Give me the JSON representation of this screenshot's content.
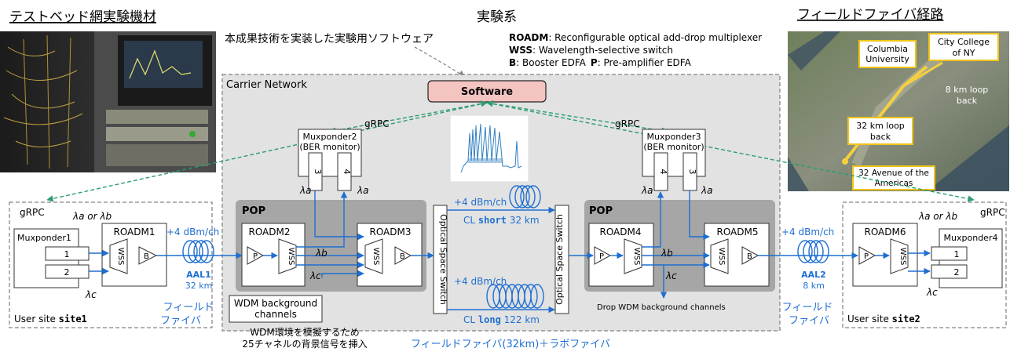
{
  "titles": {
    "testbed": "テストベッド網実験機材",
    "experiment": "実験系",
    "fiber_route": "フィールドファイバ経路"
  },
  "software_note": "本成果技術を実装した実験用ソフトウェア",
  "legend": {
    "roadm_key": "ROADM",
    "roadm_desc": ": Reconfigurable optical add-drop multiplexer",
    "wss_key": "WSS",
    "wss_desc": ": Wavelength-selective switch",
    "b_key": "B",
    "b_desc": ": Booster EDFA",
    "p_key": "P",
    "p_desc": ": Pre-amplifier EDFA"
  },
  "carrier_network": "Carrier Network",
  "software": "Software",
  "grpc": "gRPC",
  "muxponder2": {
    "line1": "Muxponder2",
    "line2": "(BER monitor)",
    "port_a": "3",
    "port_b": "4"
  },
  "muxponder3": {
    "line1": "Muxponder3",
    "line2": "(BER monitor)",
    "port_a": "4",
    "port_b": "3"
  },
  "lambda_a": "λa",
  "lambda_b": "λb",
  "lambda_c": "λc",
  "lambda_a_or_b": "λa or λb",
  "pop": "POP",
  "roadm": {
    "r1": "ROADM1",
    "r2": "ROADM2",
    "r3": "ROADM3",
    "r4": "ROADM4",
    "r5": "ROADM5",
    "r6": "ROADM6"
  },
  "wss": "WSS",
  "amp_b": "B",
  "amp_p": "P",
  "muxponder1": {
    "name": "Muxponder1",
    "port1": "1",
    "port2": "2"
  },
  "muxponder4": {
    "name": "Muxponder4",
    "port1": "1",
    "port2": "2"
  },
  "power": "+4 dBm/ch",
  "aal1": {
    "name": "AAL1",
    "len": "32 km"
  },
  "aal2": {
    "name": "AAL2",
    "len": "8 km"
  },
  "cl_short": {
    "prefix": "CL ",
    "word": "short",
    "len": " 32 km"
  },
  "cl_long": {
    "prefix": "CL ",
    "word": "long",
    "len": " 122 km"
  },
  "oss": "Optical Space Switch",
  "wdm_bg": {
    "line1": "WDM background",
    "line2": "channels"
  },
  "wdm_note": {
    "line1": "WDM環境を模擬するため",
    "line2": "25チャネルの背景信号を挿入"
  },
  "drop_wdm": "Drop WDM background channels",
  "field_fiber": {
    "line1": "フィールド",
    "line2": "ファイバ"
  },
  "bottom_caption": "フィールドファイバ(32km)＋ラボファイバ",
  "site1": {
    "prefix": "User site ",
    "name": "site1"
  },
  "site2": {
    "prefix": "User site ",
    "name": "site2"
  },
  "map": {
    "columbia": [
      "Columbia",
      "University"
    ],
    "ccny": [
      "City College",
      "of NY"
    ],
    "loop8": [
      "8 km loop",
      "back"
    ],
    "loop32": [
      "32 km loop",
      "back"
    ],
    "ave": [
      "32 Avenue of the",
      "Americas"
    ]
  },
  "colors": {
    "blue": "#1f6fd1",
    "green_dash": "#2a9d6f",
    "software_fill": "#f3c4c0",
    "pop_fill": "#a6a6a6",
    "carrier_fill": "#e2e2e2"
  }
}
